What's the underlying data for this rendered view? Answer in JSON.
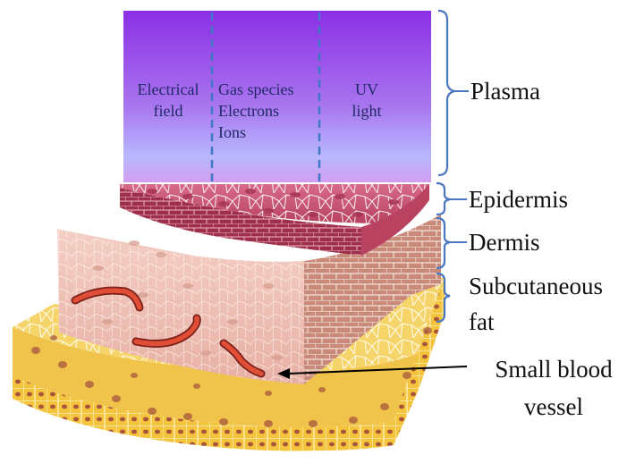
{
  "plasma": {
    "columns": [
      {
        "line1": "Electrical",
        "line2": "field",
        "line3": ""
      },
      {
        "line1": "Gas species",
        "line2": "Electrons",
        "line3": "Ions"
      },
      {
        "line1": "UV",
        "line2": "light",
        "line3": ""
      }
    ],
    "gradient_top": "#8a2be2",
    "gradient_bottom": "#c7a0f0"
  },
  "labels": {
    "plasma": "Plasma",
    "epidermis": "Epidermis",
    "dermis": "Dermis",
    "subcutaneous_line1": "Subcutaneous",
    "subcutaneous_line2": "fat",
    "vessel_line1": "Small blood",
    "vessel_line2": "vessel"
  },
  "colors": {
    "bracket": "#4a78c0",
    "divider": "#3f78c7",
    "epidermis": "#c0506e",
    "dermis": "#efc0b4",
    "dermis_side": "#c98a7a",
    "fat": "#f3cb4e",
    "vessel": "#d8412f"
  }
}
